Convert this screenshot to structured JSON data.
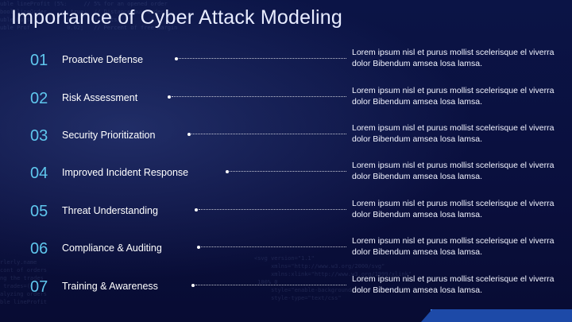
{
  "title": "Importance of Cyber Attack Modeling",
  "items": [
    {
      "number": "01",
      "label": "Proactive Defense",
      "description": "Lorem ipsum nisl et purus mollist scelerisque el viverra dolor Bibendum amsea losa lamsa."
    },
    {
      "number": "02",
      "label": "Risk Assessment",
      "description": "Lorem ipsum nisl et purus mollist scelerisque el viverra dolor Bibendum amsea losa lamsa."
    },
    {
      "number": "03",
      "label": "Security Prioritization",
      "description": "Lorem ipsum nisl et purus mollist scelerisque el viverra dolor Bibendum amsea losa lamsa."
    },
    {
      "number": "04",
      "label": "Improved Incident Response",
      "description": "Lorem ipsum nisl et purus mollist scelerisque el viverra dolor Bibendum amsea losa lamsa."
    },
    {
      "number": "05",
      "label": "Threat Understanding",
      "description": "Lorem ipsum nisl et purus mollist scelerisque el viverra dolor Bibendum amsea losa lamsa."
    },
    {
      "number": "06",
      "label": "Compliance & Auditing",
      "description": "Lorem ipsum nisl et purus mollist scelerisque el viverra dolor Bibendum amsea losa lamsa."
    },
    {
      "number": "07",
      "label": "Training & Awareness",
      "description": "Lorem ipsum nisl et purus mollist scelerisque el viverra dolor Bibendum amsea losa lamsa."
    }
  ],
  "colors": {
    "background": "#0a0f3d",
    "number": "#5fc7ee",
    "accent": "#1d4aa8"
  }
}
